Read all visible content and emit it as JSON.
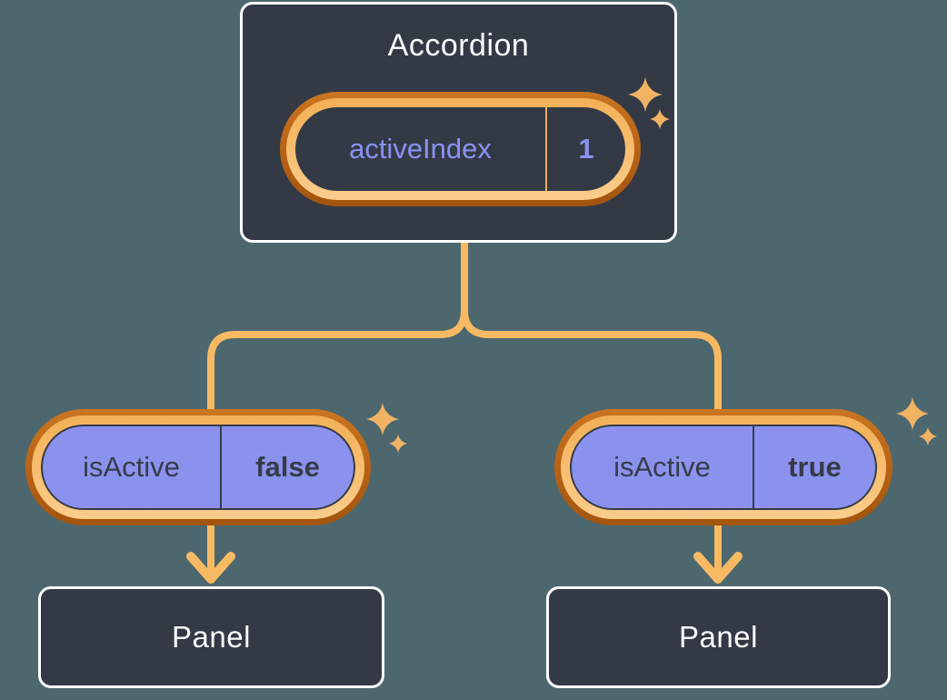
{
  "accordion": {
    "title": "Accordion",
    "state": {
      "name": "activeIndex",
      "value": "1"
    }
  },
  "panels": [
    {
      "prop_name": "isActive",
      "prop_value": "false",
      "label": "Panel"
    },
    {
      "prop_name": "isActive",
      "prop_value": "true",
      "label": "Panel"
    }
  ],
  "icons": {
    "sparkle": "sparkle-icon",
    "arrow": "arrow-down-icon"
  },
  "colors": {
    "background": "#4d676e",
    "card_fill": "#333a46",
    "card_border": "#ffffff",
    "connector_orange": "#f7ba63",
    "ring_dark_orange": "#b66115",
    "ring_light_orange": "#f8c075",
    "pill_purple": "#8b92ee",
    "purple_text": "#8a92f2",
    "dark_text": "#363c48",
    "sparkle_orange": "#f2b263"
  }
}
